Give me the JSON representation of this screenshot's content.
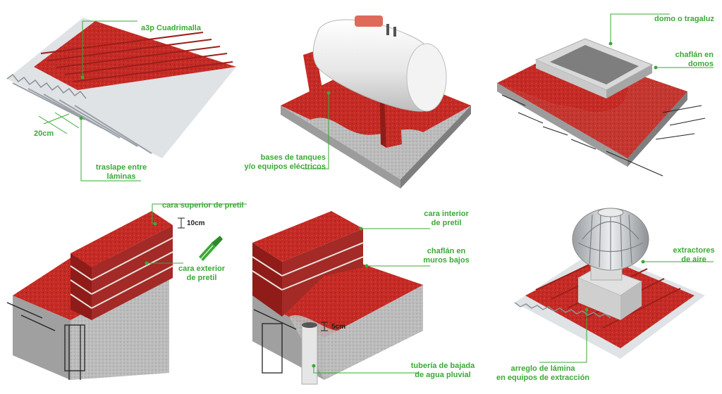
{
  "colors": {
    "red": "#c62b25",
    "label_green": "#3aaa35",
    "concrete": "#bdbdbd",
    "metal": "#d4d8dc",
    "brick": "#a32a26",
    "tank": "#eeeeee"
  },
  "panels": {
    "corrugated_roof": {
      "label_main": "a3p Cuadrimalla",
      "label_overlap_1": "traslape entre",
      "label_overlap_2": "láminas",
      "dim_width": "20cm"
    },
    "tank_base": {
      "label_1": "bases de tanques",
      "label_2": "y/o equipos eléctricos"
    },
    "skylight": {
      "label_dome": "domo o tragaluz",
      "label_chamfer_1": "chaflán en",
      "label_chamfer_2": "domos"
    },
    "parapet": {
      "label_top": "cara superior de pretil",
      "dim_height": "10cm",
      "label_exterior_1": "cara exterior",
      "label_exterior_2": "de pretil"
    },
    "low_wall": {
      "label_interior_1": "cara interior",
      "label_interior_2": "de pretil",
      "label_chamfer_1": "chaflán en",
      "label_chamfer_2": "muros bajos",
      "dim_pipe": "5cm",
      "label_pipe_1": "tubería de bajada",
      "label_pipe_2": "de agua pluvial"
    },
    "extractor": {
      "label_extractor_1": "extractores",
      "label_extractor_2": "de aire",
      "label_fix_1": "arreglo de lámina",
      "label_fix_2": "en equipos de extracción"
    }
  }
}
